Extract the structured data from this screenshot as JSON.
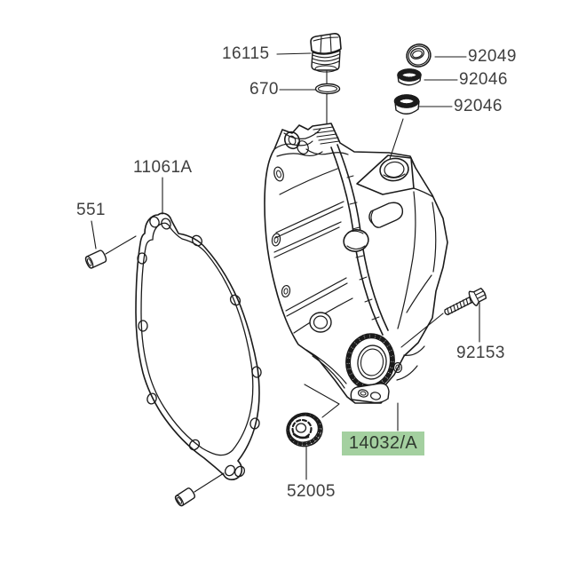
{
  "diagram": {
    "title_hint": "engine-clutch-cover-parts-diagram",
    "background": "#ffffff",
    "line_color": "#1b1b1b",
    "text_color": "#3f3f3f",
    "highlight_color": "#a4d0a0",
    "parts": [
      {
        "id": "filler-cap",
        "number": "16115"
      },
      {
        "id": "o-ring",
        "number": "670"
      },
      {
        "id": "oil-seal",
        "number": "92049"
      },
      {
        "id": "bearing-upper",
        "number": "92046"
      },
      {
        "id": "bearing-lower",
        "number": "92046"
      },
      {
        "id": "gasket",
        "number": "11061A"
      },
      {
        "id": "dowel-pin",
        "number": "551"
      },
      {
        "id": "bolt",
        "number": "92153"
      },
      {
        "id": "clutch-cover",
        "number": "14032/A",
        "highlighted": true
      },
      {
        "id": "sight-glass",
        "number": "52005"
      }
    ]
  }
}
